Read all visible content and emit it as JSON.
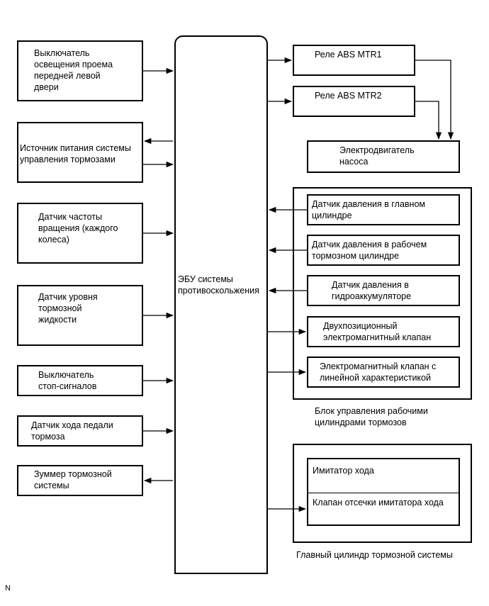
{
  "ecu": {
    "label": "ЭБУ системы\nпротивоскольжения"
  },
  "left_components": [
    {
      "id": "door-switch",
      "label": "Выключатель\nосвещения проема\nпередней левой\nдвери"
    },
    {
      "id": "brake-power-source",
      "label": "Источник питания системы\nуправления тормозами"
    },
    {
      "id": "wheel-speed-sensor",
      "label": "Датчик частоты\nвращения (каждого\nколеса)"
    },
    {
      "id": "brake-fluid-level",
      "label": "Датчик уровня\nтормозной\nжидкости"
    },
    {
      "id": "stop-light-switch",
      "label": "Выключатель\nстоп-сигналов"
    },
    {
      "id": "pedal-stroke-sensor",
      "label": "Датчик хода педали\nтормоза"
    },
    {
      "id": "brake-buzzer",
      "label": "Зуммер тормозной\nсистемы"
    }
  ],
  "relays": [
    {
      "id": "abs-mtr1",
      "label": "Реле ABS MTR1"
    },
    {
      "id": "abs-mtr2",
      "label": "Реле ABS MTR2"
    }
  ],
  "pump_motor": {
    "label": "Электродвигатель\nнасоса"
  },
  "actuator_unit": {
    "caption": "Блок управления рабочими\nцилиндрами тормозов",
    "items": [
      {
        "id": "master-pressure-sensor",
        "label": "Датчик давления в главном\nцилиндре"
      },
      {
        "id": "wheel-pressure-sensor",
        "label": "Датчик давления в рабочем\nтормозном цилиндре"
      },
      {
        "id": "accumulator-pressure-sensor",
        "label": "Датчик давления в\nгидроаккумуляторе"
      },
      {
        "id": "two-position-valve",
        "label": "Двухпозиционный\nэлектромагнитный клапан"
      },
      {
        "id": "linear-valve",
        "label": "Электромагнитный клапан с\nлинейной характеристикой"
      }
    ]
  },
  "master_cylinder": {
    "caption": "Главный цилиндр тормозной системы",
    "items": [
      {
        "id": "stroke-simulator",
        "label": "Имитатор хода"
      },
      {
        "id": "simulator-cut-valve",
        "label": "Клапан отсечки имитатора хода"
      }
    ]
  },
  "corner_mark": "N"
}
